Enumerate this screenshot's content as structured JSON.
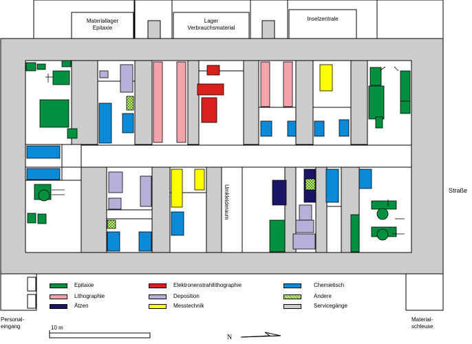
{
  "colors": {
    "epitaxie": "#009040",
    "lithographie": "#f2a3ab",
    "aetzen": "#1a1466",
    "elektronenstrahl": "#d8201c",
    "deposition": "#b7b0d8",
    "messtechnik": "#ffff00",
    "chemietisch": "#0a8ad8",
    "andere": "#c6e87a",
    "service": "#cccccc"
  },
  "rooms": {
    "materiallager": "Materiallager\nEpitaxie",
    "lager": "Lager\nVerbrauchsmaterial",
    "inselzentrale": "Inselzentrale",
    "umkleideraum": "Umkleideraum",
    "strasse": "Straße",
    "personal": "Personal-\neingang",
    "material": "Material-\nschleuse"
  },
  "scale": {
    "label": "10 m"
  },
  "north": {
    "label": "N"
  },
  "legend": [
    {
      "key": "epitaxie",
      "label": "Epitaxie"
    },
    {
      "key": "lithographie",
      "label": "Lithographie"
    },
    {
      "key": "aetzen",
      "label": "Ätzen"
    },
    {
      "key": "elektronenstrahl",
      "label": "Elektronenstrahllithographie"
    },
    {
      "key": "deposition",
      "label": "Deposition"
    },
    {
      "key": "messtechnik",
      "label": "Messtechnik"
    },
    {
      "key": "chemietisch",
      "label": "Chemietisch"
    },
    {
      "key": "andere",
      "label": "Andere"
    },
    {
      "key": "service",
      "label": "Servicegänge"
    }
  ]
}
